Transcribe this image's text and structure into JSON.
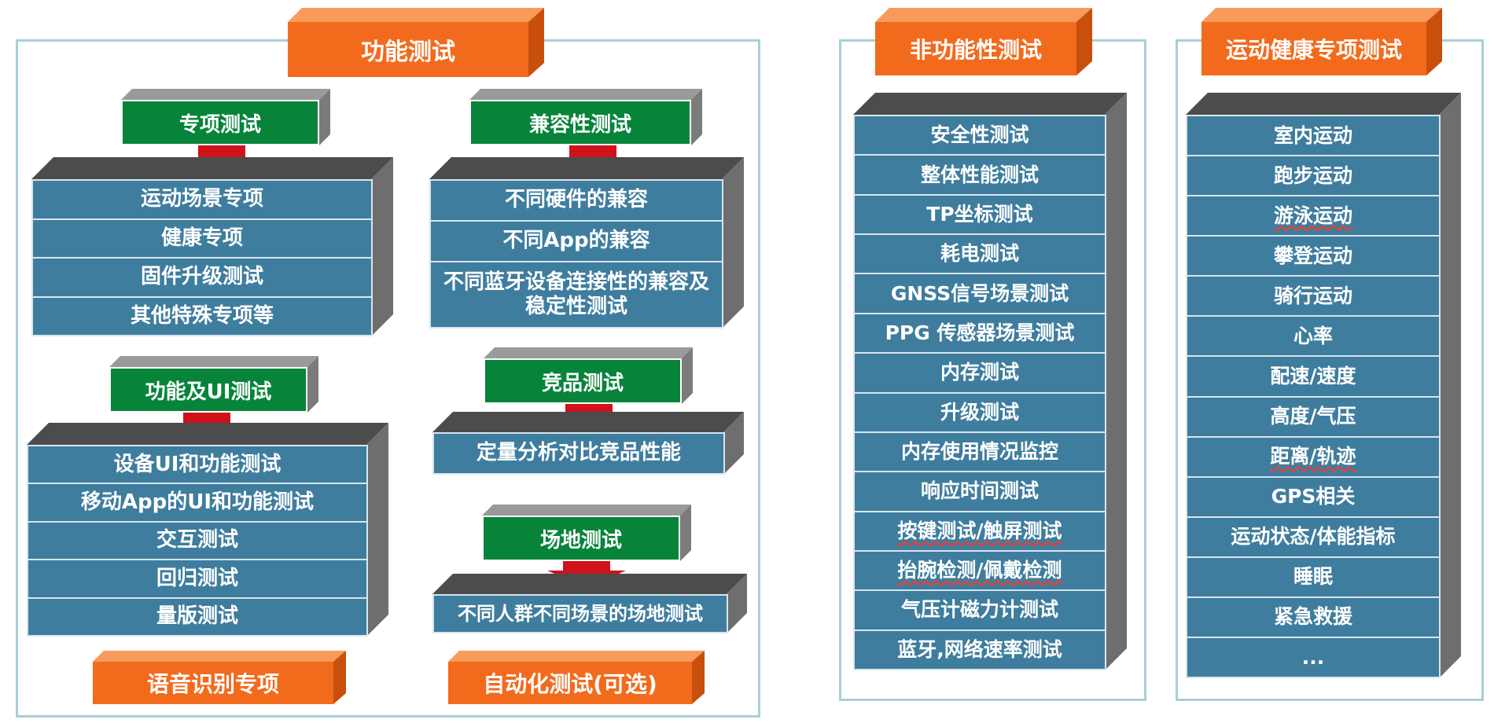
{
  "functional": {
    "title": "功能测试",
    "special": {
      "header": "专项测试",
      "items": [
        "运动场景专项",
        "健康专项",
        "固件升级测试",
        "其他特殊专项等"
      ]
    },
    "compat": {
      "header": "兼容性测试",
      "items": [
        "不同硬件的兼容",
        "不同App的兼容",
        "不同蓝牙设备连接性的兼容及稳定性测试"
      ]
    },
    "ui": {
      "header": "功能及UI测试",
      "items": [
        "设备UI和功能测试",
        "移动App的UI和功能测试",
        "交互测试",
        "回归测试",
        "量版测试"
      ]
    },
    "competitor": {
      "header": "竞品测试",
      "items": [
        "定量分析对比竞品性能"
      ]
    },
    "field": {
      "header": "场地测试",
      "items": [
        "不同人群不同场景的场地测试"
      ]
    },
    "voice_label": "语音识别专项",
    "auto_label": "自动化测试(可选)"
  },
  "nonfunctional": {
    "title": "非功能性测试",
    "items": [
      "安全性测试",
      "整体性能测试",
      "TP坐标测试",
      "耗电测试",
      "GNSS信号场景测试",
      "PPG 传感器场景测试",
      "内存测试",
      "升级测试",
      "内存使用情况监控",
      "响应时间测试",
      "按键测试/触屏测试",
      "抬腕检测/佩戴检测",
      "气压计磁力计测试",
      "蓝牙,网络速率测试"
    ]
  },
  "sports": {
    "title": "运动健康专项测试",
    "items": [
      "室内运动",
      "跑步运动",
      "游泳运动",
      "攀登运动",
      "骑行运动",
      "心率",
      "配速/速度",
      "高度/气压",
      "距离/轨迹",
      "GPS相关",
      "运动状态/体能指标",
      "睡眠",
      "紧急救援",
      "..."
    ]
  },
  "colors": {
    "orange": "#f26b1d",
    "green": "#07843a",
    "row_blue": "#3f7d9e",
    "arrow_red": "#d0121b",
    "frame": "#a9cfd6"
  }
}
